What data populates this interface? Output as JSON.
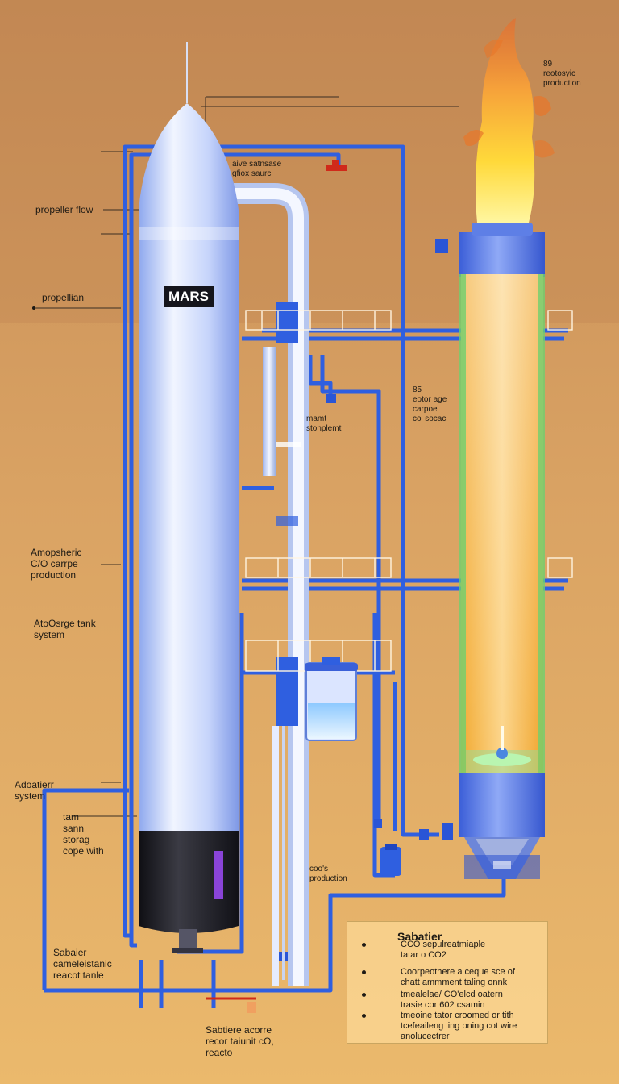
{
  "colors": {
    "background_top": "#c9905a",
    "background_bottom": "#e8b66a",
    "pipe_blue": "#2f5fe0",
    "tank_body": "#cfdcff",
    "tank_base": "#1c1c22",
    "reactor_orange": "#f5b23a",
    "reactor_green": "#6fd06f",
    "flame_yellow": "#ffe24a",
    "flame_orange": "#f07a2a",
    "accent_red": "#d02a1a",
    "purple_strip": "#8a44d8"
  },
  "icons": [
    "rocket-tank",
    "sabatier-reactor",
    "flame",
    "valve",
    "condenser-tank",
    "pump"
  ],
  "labels": {
    "propeller_flow": "propeller flow",
    "propellian": "propellian",
    "atmospheric": [
      "Amopsheric",
      "C/O carrpe",
      "production"
    ],
    "storage_tank": [
      "AtoOsrge tank",
      "system"
    ],
    "adsorber": [
      "Adoatierr",
      "system"
    ],
    "storage_small": [
      "tam",
      "sann",
      "storag",
      "cope with"
    ],
    "sabatier_bottom": [
      "Sabaier",
      "cameleistanic",
      "reacot tanle"
    ],
    "reactor_bottom": [
      "Sabtiere acorre",
      "recor taiunit cO,",
      "reacto"
    ],
    "top_right": [
      "89",
      "reotosyic",
      "production"
    ],
    "top_center": [
      "aive satnsase",
      "gfiox saurc"
    ],
    "mid": [
      "mamt",
      "stonplemt"
    ],
    "right_mid": [
      "85",
      "eotor age",
      "carpoe",
      "co' socac"
    ],
    "co_production": [
      "coo's",
      "production"
    ]
  },
  "tank_badge": "MARS",
  "info_box": {
    "title": "Sabatier",
    "bullets": [
      [
        "CCO sepulreatmiaple",
        "tatar o CO2"
      ],
      [
        "Coorpeothere a ceque sce of",
        "chatt ammment taling onnk"
      ],
      [
        "tmealelae/ CO'elcd oatern",
        "trasie cor 602 csamin"
      ],
      [
        "tmeoine tator croomed or tith",
        "tcefeaileng ling oning cot wire",
        "anolucectrer"
      ]
    ]
  }
}
